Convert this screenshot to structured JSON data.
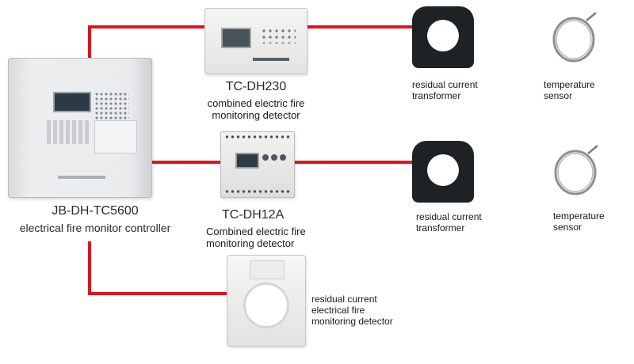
{
  "colors": {
    "wire": "#e0141b",
    "background": "#ffffff",
    "device_body": "#e8e9e8",
    "transformer": "#1f2224"
  },
  "controller": {
    "model": "JB-DH-TC5600",
    "desc": "electrical fire monitor controller"
  },
  "detector_top": {
    "model": "TC-DH230",
    "desc": [
      "combined electric fire",
      "monitoring detector"
    ]
  },
  "detector_mid": {
    "model": "TC-DH12A",
    "desc": [
      "Combined electric fire",
      "monitoring detector"
    ]
  },
  "rct_top": {
    "label": [
      "residual current",
      "transformer"
    ]
  },
  "rct_mid": {
    "label": [
      "residual current",
      "transformer"
    ]
  },
  "temp_top": {
    "label": [
      "temperature",
      "sensor"
    ]
  },
  "temp_mid": {
    "label": [
      "temperature",
      "sensor"
    ]
  },
  "rc_detector": {
    "label": [
      "residual current",
      "electrical fire",
      "monitoring detector"
    ]
  },
  "icons": [
    "controller-cabinet-icon",
    "wall-detector-icon",
    "din-rail-module-icon",
    "current-transformer-icon",
    "temperature-sensor-icon",
    "ring-transformer-icon"
  ]
}
